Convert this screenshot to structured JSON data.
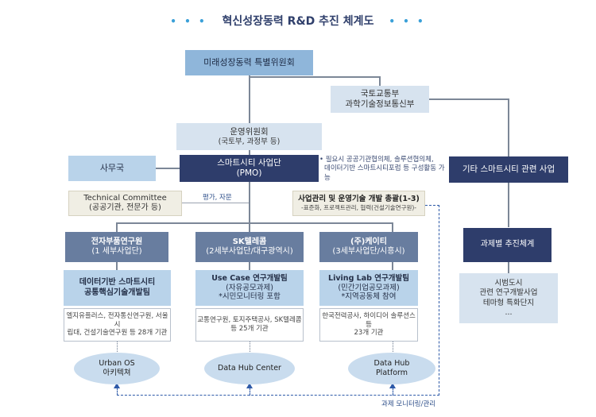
{
  "title": {
    "dots_left": "• • •",
    "text": "혁신성장동력 R&D 추진 체계도",
    "dots_right": "• • •"
  },
  "nodes": {
    "committee": "미래성장동력 특별위원회",
    "ministries": [
      "국토교통부",
      "과학기술정보통신부"
    ],
    "steering": [
      "운영위원회",
      "(국토부, 과정부 등)"
    ],
    "secretariat": "사무국",
    "pmo": [
      "스마트시티 사업단",
      "(PMO)"
    ],
    "pmo_note": [
      "• 필요시 공공기관협의체, 솔루션협의체,",
      "데이터기반 스마트시티포럼 등 구성활동 가능"
    ],
    "other_business": "기타 스마트시티 관련 사업",
    "technical": [
      "Technical Committee",
      "(공공기관, 전문가 등)"
    ],
    "eval_label": "평가, 자문",
    "management": [
      "사업관리 및 운영기술 개발 총괄(1-3)",
      "-표준화, 프로젝트관리, 협력(건설기술연구원)-"
    ],
    "task_label": "과제별 추진체계",
    "other_projects": [
      "시범도시",
      "관련 연구개발사업",
      "테마형 특화단지",
      "..."
    ],
    "monitoring_label": "과제 모니터링/관리"
  },
  "columns": [
    {
      "org": [
        "전자부품연구원",
        "(1 세부사업단)"
      ],
      "lab": [
        "데이터기반 스마트시티",
        "공통핵심기술개발팀"
      ],
      "members": [
        "엘지유플러스, 전자통신연구원, 서울시",
        "립대, 건설기술연구원 등 28개 기관"
      ],
      "output": [
        "Urban OS",
        "아키텍쳐"
      ]
    },
    {
      "org": [
        "SK텔레콤",
        "(2세부사업단/대구광역시)"
      ],
      "lab": [
        "Use Case 연구개발팀",
        "(자유공모과제)",
        "*시민모니터링 포함"
      ],
      "members": [
        "교통연구원, 토지주택공사, SK텔레콤",
        "등 25개 기관"
      ],
      "output": [
        "Data Hub Center"
      ]
    },
    {
      "org": [
        "(주)케이티",
        "(3세부사업단/시흥시)"
      ],
      "lab": [
        "Living Lab 연구개발팀",
        "(민간기업공모과제)",
        "*지역공동체 참여"
      ],
      "members": [
        "한국전력공사, 하이디어 솔루션스 등",
        "23개 기관"
      ],
      "output": [
        "Data Hub",
        "Platform"
      ]
    }
  ],
  "colors": {
    "lightblue": "#8fb6da",
    "paleblue": "#d7e3ef",
    "navy": "#2e3d6b",
    "grayblue": "#687d9f",
    "skyblue": "#b9d3ea",
    "dashed": "#2e5aa8"
  }
}
